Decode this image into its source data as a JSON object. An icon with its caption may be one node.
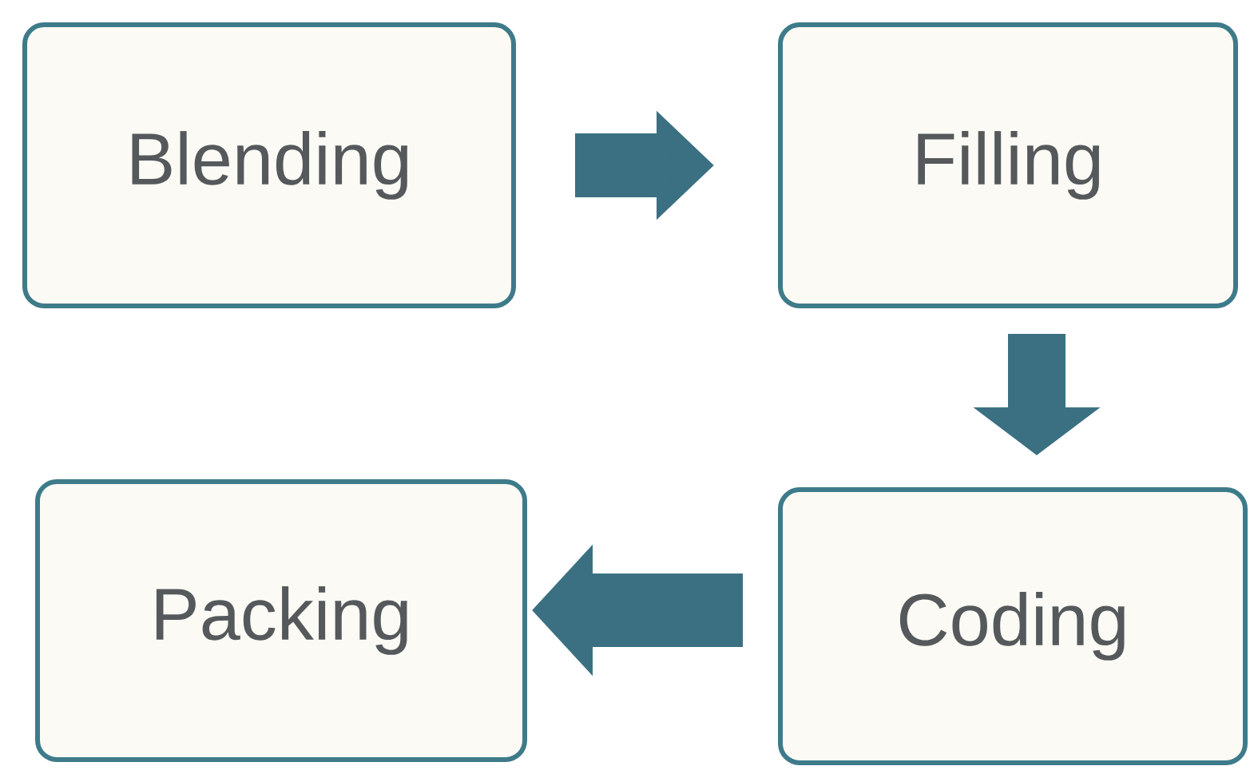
{
  "diagram": {
    "nodes": [
      {
        "text": [
          "Blending"
        ]
      },
      {
        "text": [
          "Filling"
        ]
      },
      {
        "text": [
          "Coding"
        ]
      },
      {
        "text": [
          "Packing"
        ]
      }
    ],
    "edges": [
      {
        "from": 0,
        "to": 1,
        "arrow": "to"
      },
      {
        "from": 1,
        "to": 2,
        "arrow": "to"
      },
      {
        "from": 2,
        "to": 3,
        "arrow": "to"
      }
    ]
  }
}
